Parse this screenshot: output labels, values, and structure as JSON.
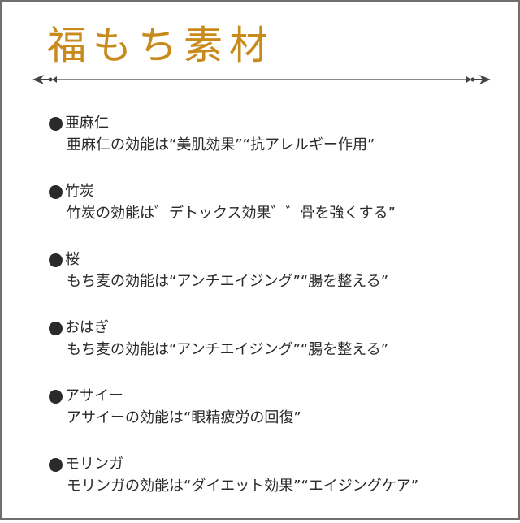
{
  "title": "福もち素材",
  "colors": {
    "title": "#c98a1c",
    "border": "#6f6f6f",
    "divider": "#444444",
    "text": "#2a2a2a"
  },
  "icons": {
    "bullet": "black-circle-bullet",
    "divider": "ornamental-arrow-rule"
  },
  "items": [
    {
      "name": "亜麻仁",
      "description": "亜麻仁の効能は“美肌効果”“抗アレルギー作用”"
    },
    {
      "name": "竹炭",
      "description": "竹炭の効能は゛デトックス効果゛゛骨を強くする”"
    },
    {
      "name": "桜",
      "description": "もち麦の効能は“アンチエイジング”“腸を整える”"
    },
    {
      "name": "おはぎ",
      "description": "もち麦の効能は“アンチエイジング”“腸を整える”"
    },
    {
      "name": "アサイー",
      "description": "アサイーの効能は“眼精疲労の回復”"
    },
    {
      "name": "モリンガ",
      "description": "モリンガの効能は“ダイエット効果”“エイジングケア”"
    }
  ]
}
